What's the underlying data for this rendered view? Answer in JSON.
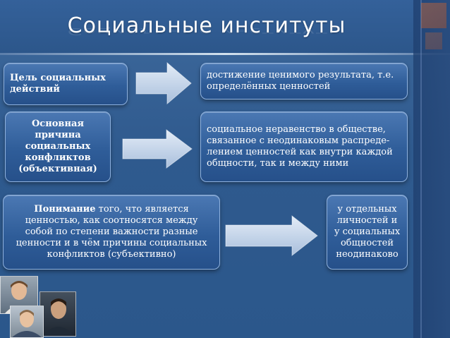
{
  "title": "Социальные институты",
  "rows": [
    {
      "left": {
        "lines": [
          "Цель социальных",
          "действий"
        ]
      },
      "right": {
        "lines": [
          "достижение ценимого результата, т.е.",
          "определённых ценностей"
        ]
      }
    },
    {
      "left": {
        "lines": [
          "Основная",
          "причина",
          "социальных",
          "конфликтов",
          "(объективная)"
        ]
      },
      "right": {
        "lines": [
          "социальное неравенство в обществе,",
          "связанное с неодинаковым распреде-",
          "лением ценностей как внутри каждой",
          "общности, так и между ними"
        ]
      }
    },
    {
      "left": {
        "bold_word": "Понимание",
        "first_line_rest": " того, что является",
        "lines": [
          "ценностью, как соотносятся между",
          "собой по степени важности разные",
          "ценности и в чём причины социальных",
          "конфликтов (субъективно)"
        ]
      },
      "right": {
        "lines": [
          "у отдельных",
          "личностей и",
          "у социальных",
          "общностей",
          "неодинаково"
        ]
      }
    }
  ],
  "colors": {
    "background": "#2f5a8e",
    "box_top": "#4b78b3",
    "box_bottom": "#26508a",
    "box_border": "#8eb1de",
    "arrow": "#c9d9ee",
    "accent_square": "#d36c35"
  },
  "icons": [
    "arrow-right-icon",
    "people-photo"
  ]
}
